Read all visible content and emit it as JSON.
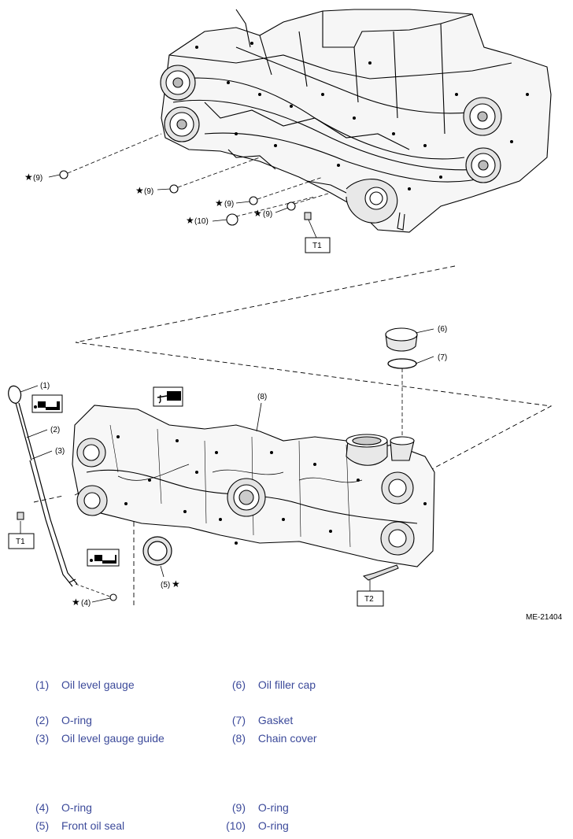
{
  "figure": {
    "code": "ME-21404",
    "star": "★",
    "callouts": {
      "c1": "(1)",
      "c2": "(2)",
      "c3": "(3)",
      "c4": "(4)",
      "c5": "(5)",
      "c6": "(6)",
      "c7": "(7)",
      "c8": "(8)",
      "c9": "(9)",
      "c10": "(10)"
    },
    "torque_tags": {
      "t1": "T1",
      "t2": "T2"
    },
    "icons": [
      "oil-can-icon",
      "grease-icon"
    ]
  },
  "legend": [
    {
      "num": "(1)",
      "name": "Oil level gauge"
    },
    {
      "num": "(2)",
      "name": "O-ring"
    },
    {
      "num": "(3)",
      "name": "Oil level gauge guide"
    },
    {
      "num": "(4)",
      "name": "O-ring"
    },
    {
      "num": "(5)",
      "name": "Front oil seal"
    },
    {
      "num": "(6)",
      "name": "Oil filler cap"
    },
    {
      "num": "(7)",
      "name": "Gasket"
    },
    {
      "num": "(8)",
      "name": "Chain cover"
    },
    {
      "num": "(9)",
      "name": "O-ring"
    },
    {
      "num": "(10)",
      "name": "O-ring"
    }
  ]
}
